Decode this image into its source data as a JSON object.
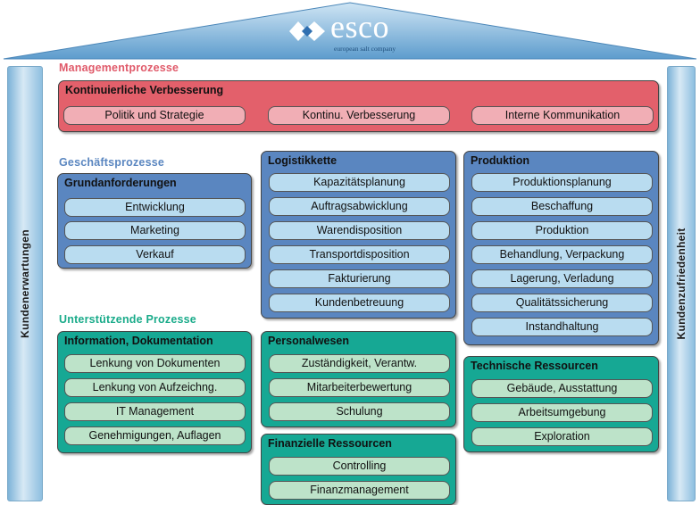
{
  "logo": {
    "name": "esco",
    "tagline": "european salt company"
  },
  "pillars": {
    "left": "Kundenerwartungen",
    "right": "Kundenzufriedenheit"
  },
  "management": {
    "section_title": "Managementprozesse",
    "box_title": "Kontinuierliche Verbesserung",
    "items": [
      "Politik und Strategie",
      "Kontinu. Verbesserung",
      "Interne Kommunikation"
    ]
  },
  "business": {
    "section_title": "Geschäftsprozesse",
    "grundanforderungen": {
      "title": "Grundanforderungen",
      "items": [
        "Entwicklung",
        "Marketing",
        "Verkauf"
      ]
    },
    "logistikkette": {
      "title": "Logistikkette",
      "items": [
        "Kapazitätsplanung",
        "Auftragsabwicklung",
        "Warendisposition",
        "Transportdisposition",
        "Fakturierung",
        "Kundenbetreuung"
      ]
    },
    "produktion": {
      "title": "Produktion",
      "items": [
        "Produktionsplanung",
        "Beschaffung",
        "Produktion",
        "Behandlung, Verpackung",
        "Lagerung, Verladung",
        "Qualitätssicherung",
        "Instandhaltung"
      ]
    }
  },
  "support": {
    "section_title": "Unterstützende Prozesse",
    "information": {
      "title": "Information, Dokumentation",
      "items": [
        "Lenkung von Dokumenten",
        "Lenkung von Aufzeichng.",
        "IT Management",
        "Genehmigungen, Auflagen"
      ]
    },
    "personalwesen": {
      "title": "Personalwesen",
      "items": [
        "Zuständigkeit, Verantw.",
        "Mitarbeiterbewertung",
        "Schulung"
      ]
    },
    "finanzielle": {
      "title": "Finanzielle Ressourcen",
      "items": [
        "Controlling",
        "Finanzmanagement"
      ]
    },
    "technische": {
      "title": "Technische Ressourcen",
      "items": [
        "Gebäude, Ausstattung",
        "Arbeitsumgebung",
        "Exploration"
      ]
    }
  },
  "colors": {
    "management_box": "#e3606b",
    "management_item": "#f1aeb5",
    "management_title": "#e05a6a",
    "business_box": "#5a86c0",
    "business_item": "#b9dcf0",
    "business_title": "#5a86c0",
    "support_box": "#16a894",
    "support_item": "#bde3c9",
    "support_title": "#1aab8a"
  }
}
